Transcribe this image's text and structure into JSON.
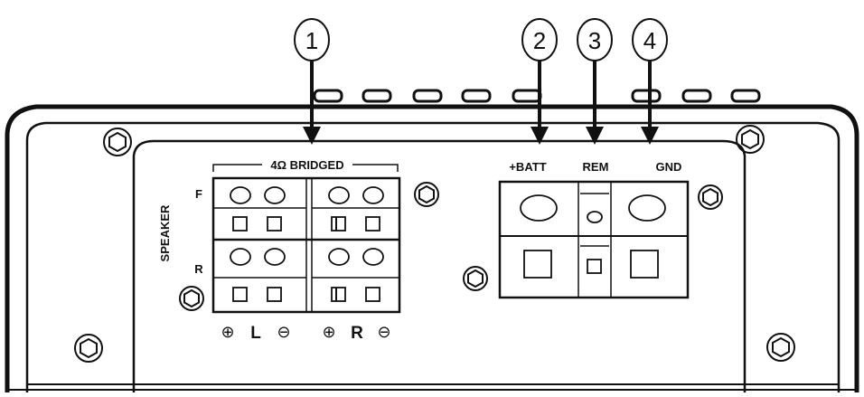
{
  "callouts": [
    "1",
    "2",
    "3",
    "4"
  ],
  "speaker_panel": {
    "group_label": "4Ω BRIDGED",
    "side_label": "SPEAKER",
    "row_front": "F",
    "row_rear": "R",
    "left_plus": "⊕",
    "left_channel": "L",
    "left_minus": "⊖",
    "right_plus": "⊕",
    "right_channel": "R",
    "right_minus": "⊖"
  },
  "power_terminal": {
    "batt_label": "+BATT",
    "rem_label": "REM",
    "gnd_label": "GND"
  }
}
